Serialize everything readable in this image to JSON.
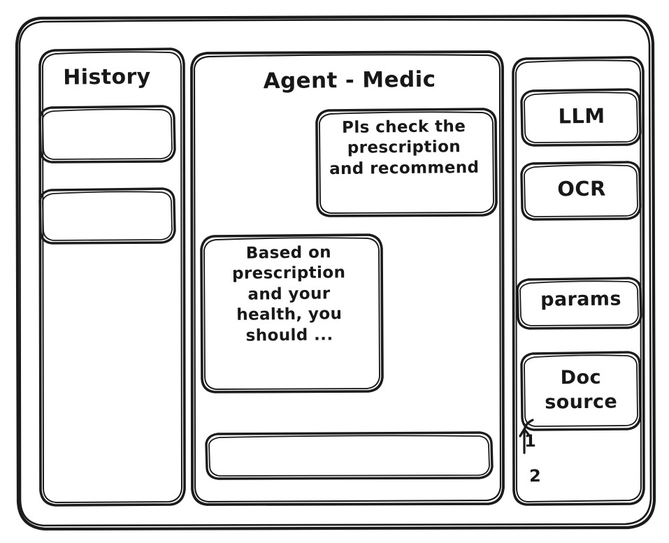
{
  "window": {
    "style": "hand-drawn-wireframe",
    "stroke_color": "#1b1b1b",
    "background_color": "#ffffff"
  },
  "sidebar_left": {
    "title": "History",
    "items": [
      {
        "label": ""
      },
      {
        "label": ""
      }
    ]
  },
  "main": {
    "title": "Agent - Medic",
    "messages": [
      {
        "role": "user",
        "align": "right",
        "text": "Pls check the\nprescription\nand recommend"
      },
      {
        "role": "assistant",
        "align": "left",
        "text": "Based on\nprescription\nand your\nhealth, you\nshould ..."
      }
    ],
    "composer": {
      "value": "",
      "placeholder": ""
    }
  },
  "sidebar_right": {
    "buttons": [
      {
        "label": "LLM"
      },
      {
        "label": "OCR"
      },
      {
        "label": "params"
      },
      {
        "label": "Doc\nsource"
      }
    ],
    "annotations": [
      {
        "label": "1"
      },
      {
        "label": "2"
      }
    ]
  }
}
